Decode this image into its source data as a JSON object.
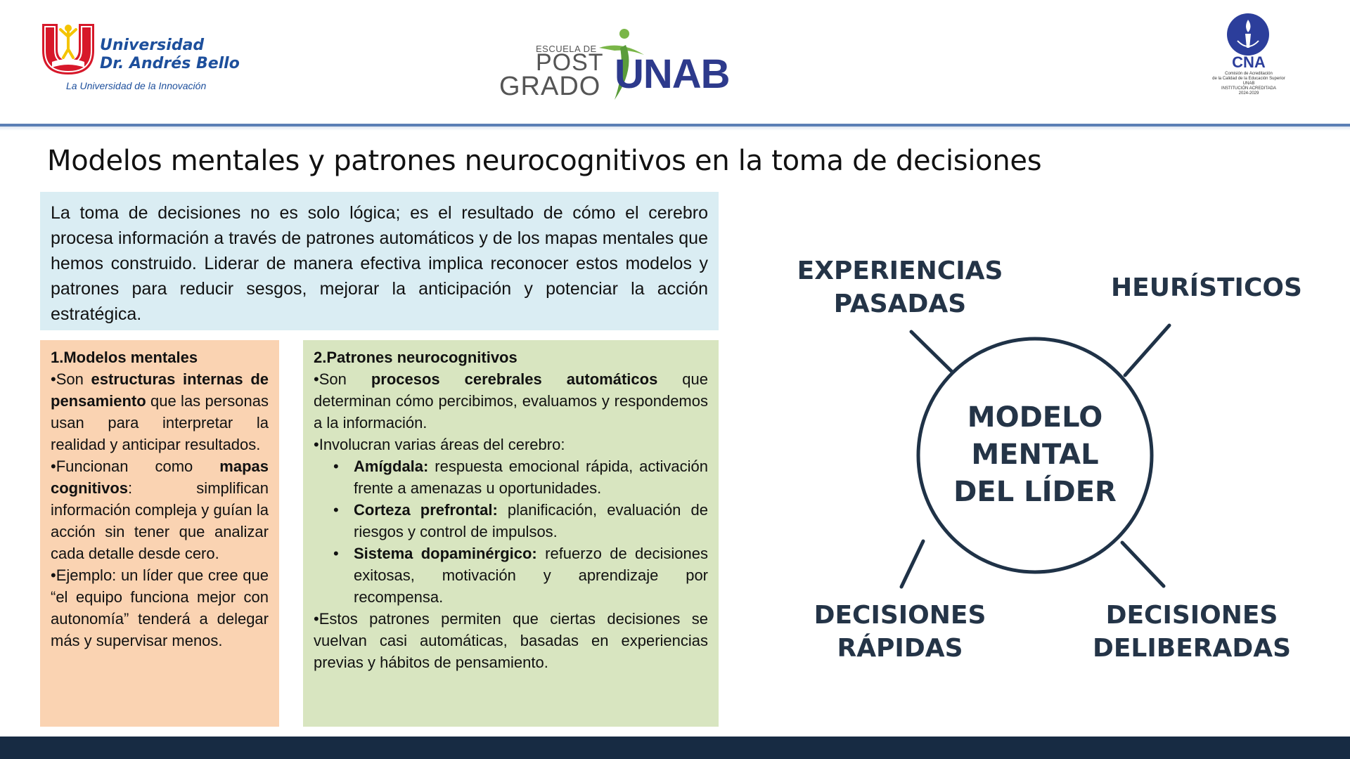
{
  "header": {
    "unab_logo": {
      "name_line1": "Universidad",
      "name_line2": "Dr. Andrés Bello",
      "tagline": "La Universidad de la Innovación"
    },
    "postgrado_logo": {
      "line1": "ESCUELA DE",
      "line2": "POST",
      "line3": "GRADO",
      "brand": "UNAB"
    },
    "cna_logo": {
      "letters": "CNA",
      "line1": "Comisión de Acreditación",
      "line2": "de la Calidad de la Educación Superior",
      "line3": "UNAB",
      "line4": "INSTITUCIÓN ACREDITADA",
      "line5": "2024-2029"
    }
  },
  "title": "Modelos mentales y patrones neurocognitivos en la toma de decisiones",
  "intro": "La toma de decisiones no es solo lógica; es el resultado de cómo el cerebro procesa información a través de patrones automáticos y de los mapas mentales que hemos construido. Liderar de manera efectiva implica reconocer estos modelos y patrones para reducir sesgos, mejorar la anticipación y potenciar la acción estratégica.",
  "mental_models": {
    "title": "1.Modelos mentales",
    "p1_pre": "•Son ",
    "p1_bold": "estructuras internas de pensamiento",
    "p1_post": " que las personas usan para interpretar la realidad y anticipar resultados.",
    "p2_pre": "•Funcionan como ",
    "p2_bold": "mapas cognitivos",
    "p2_post": ": simplifican información compleja y guían la acción sin tener que analizar cada detalle desde cero.",
    "p3": "•Ejemplo: un líder que cree que “el equipo funciona mejor con autonomía” tenderá a delegar más y supervisar menos."
  },
  "neuro_patterns": {
    "title": "2.Patrones neurocognitivos",
    "p1_pre": "•Son ",
    "p1_bold": "procesos cerebrales automáticos",
    "p1_post": " que determinan cómo percibimos, evaluamos y respondemos a la información.",
    "p2": "•Involucran varias áreas del cerebro:",
    "bullet": "•",
    "items": [
      {
        "term": "Amígdala:",
        "desc": " respuesta emocional rápida, activación frente a amenazas u oportunidades."
      },
      {
        "term": "Corteza prefrontal:",
        "desc": " planificación, evaluación de riesgos y control de impulsos."
      },
      {
        "term": "Sistema dopaminérgico:",
        "desc": " refuerzo de decisiones exitosas, motivación y aprendizaje por recompensa."
      }
    ],
    "p3": "•Estos patrones permiten que ciertas decisiones se vuelvan casi automáticas, basadas en experiencias previas y hábitos de pensamiento."
  },
  "diagram": {
    "center": [
      "MODELO",
      "MENTAL",
      "DEL LÍDER"
    ],
    "top_left": [
      "EXPERIENCIAS",
      "PASADAS"
    ],
    "top_right": [
      "HEURÍSTICOS"
    ],
    "bottom_left": [
      "DECISIONES",
      "RÁPIDAS"
    ],
    "bottom_right": [
      "DECISIONES",
      "DELIBERADAS"
    ],
    "stroke_color": "#1f3247"
  },
  "colors": {
    "intro_bg": "#daedf3",
    "mental_models_bg": "#fad3b2",
    "neuro_patterns_bg": "#d8e5c0",
    "footer": "#172b43",
    "header_rule": "#5b7fb5"
  }
}
